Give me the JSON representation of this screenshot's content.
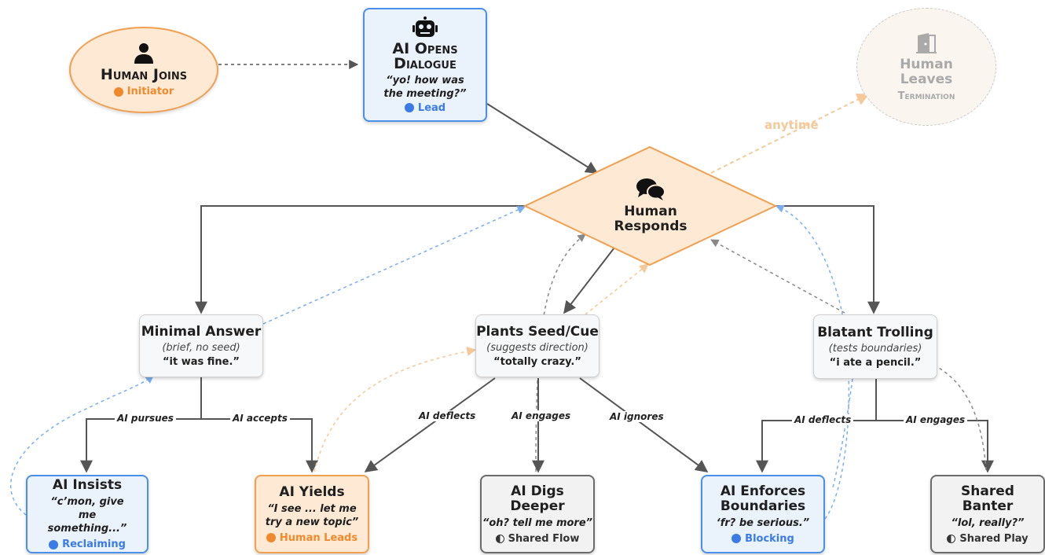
{
  "nodes": {
    "human_joins": {
      "title": "Human Joins",
      "role": "Initiator"
    },
    "ai_opens": {
      "title_line1": "AI Opens",
      "title_line2": "Dialogue",
      "quote": "“yo! how was the meeting?”",
      "role": "Lead"
    },
    "human_leaves": {
      "title_line1": "Human",
      "title_line2": "Leaves",
      "role": "Termination"
    },
    "human_responds": {
      "title_line1": "Human",
      "title_line2": "Responds"
    },
    "minimal_answer": {
      "title": "Minimal Answer",
      "sub": "(brief, no seed)",
      "quote": "“it was fine.”"
    },
    "plants_seed": {
      "title": "Plants Seed/Cue",
      "sub": "(suggests direction)",
      "quote": "“totally crazy.”"
    },
    "blatant_trolling": {
      "title": "Blatant Trolling",
      "sub": "(tests boundaries)",
      "quote": "“i ate a pencil.”"
    },
    "ai_insists": {
      "title": "AI Insists",
      "quote": "“c’mon, give me something...”",
      "role": "Reclaiming"
    },
    "ai_yields": {
      "title": "AI Yields",
      "quote": "“I see ... let me try a new topic”",
      "role": "Human Leads"
    },
    "ai_digs": {
      "title_line1": "AI Digs",
      "title_line2": "Deeper",
      "quote": "“oh? tell me more”",
      "role": "Shared Flow"
    },
    "ai_enforces": {
      "title_line1": "AI Enforces",
      "title_line2": "Boundaries",
      "quote": "‘fr? be serious.”",
      "role": "Blocking"
    },
    "shared_banter": {
      "title_line1": "Shared",
      "title_line2": "Banter",
      "quote": "“lol, really?”",
      "role": "Shared Play"
    }
  },
  "edge_labels": {
    "anytime": "anytime",
    "ai_pursues": "AI pursues",
    "ai_accepts": "AI accepts",
    "ai_deflects_1": "AI deflects",
    "ai_engages_1": "AI engages",
    "ai_ignores": "AI ignores",
    "ai_deflects_2": "AI deflects",
    "ai_engages_2": "AI engages"
  },
  "icons": {
    "human_joins": "person-icon",
    "ai_opens": "robot-icon",
    "human_leaves": "door-icon",
    "human_responds": "chat-bubbles-icon"
  },
  "colors": {
    "orange": "#f0a050",
    "orange_fill": "#fde9d4",
    "blue": "#4a8fe8",
    "blue_fill": "#eaf2fc",
    "gray_border": "#6b6b6b",
    "gray_fill": "#f2f2f2",
    "neutral_border": "#cfcfcf",
    "neutral_fill": "#f7f8fa",
    "edge": "#555555",
    "orange_dot": "#f0892c",
    "blue_dot": "#3a7be6"
  }
}
